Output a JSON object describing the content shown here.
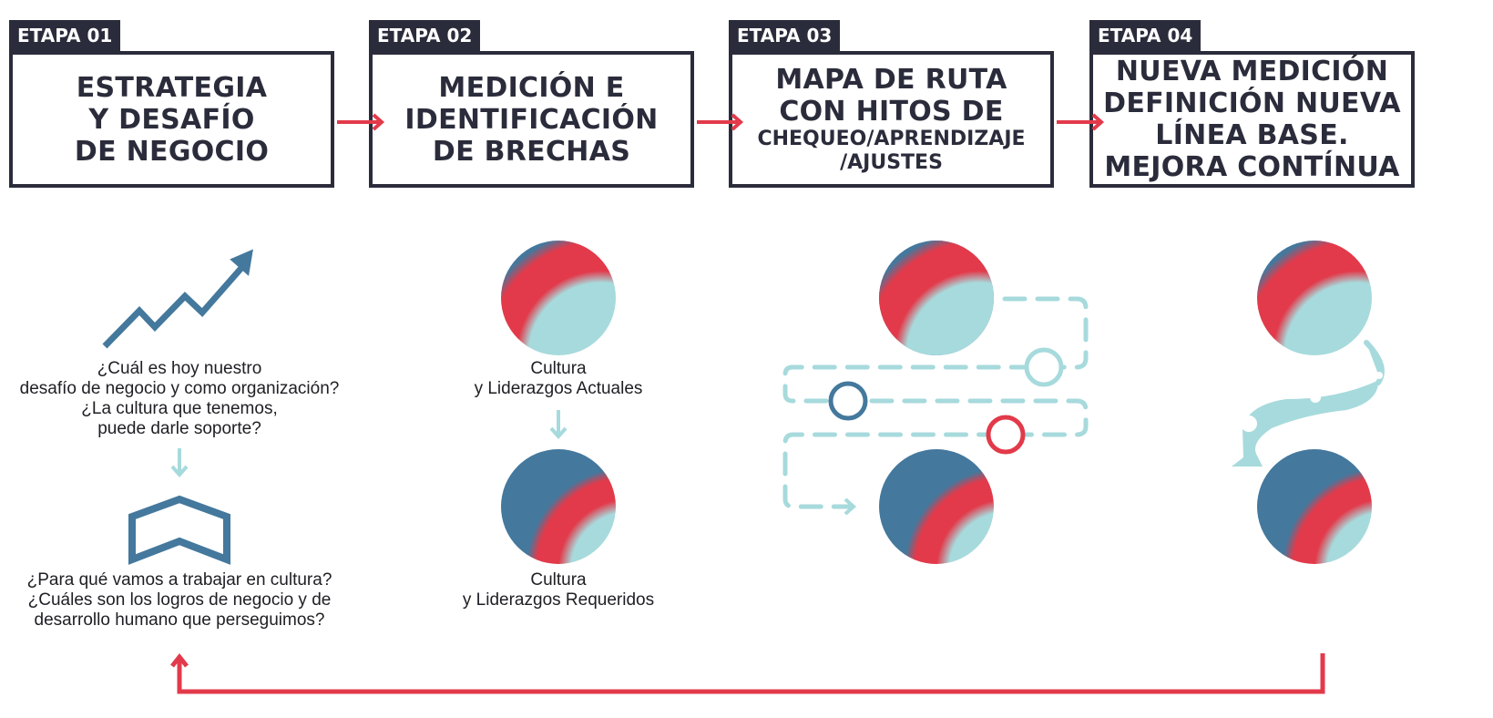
{
  "colors": {
    "dark": "#2b2c3b",
    "red": "#e23a4a",
    "blue": "#44789d",
    "teal": "#a7dadc"
  },
  "stages": [
    {
      "tag": "ETAPA 01",
      "title_lines": [
        "ESTRATEGIA",
        "Y DESAFÍO",
        "DE NEGOCIO"
      ]
    },
    {
      "tag": "ETAPA 02",
      "title_lines": [
        "MEDICIÓN E",
        "IDENTIFICACIÓN",
        "DE BRECHAS"
      ]
    },
    {
      "tag": "ETAPA 03",
      "title_lines": [
        "MAPA DE RUTA",
        "CON HITOS DE"
      ],
      "subtitle_lines": [
        "CHEQUEO/APRENDIZAJE",
        "/AJUSTES"
      ]
    },
    {
      "tag": "ETAPA 04",
      "title_lines": [
        "NUEVA MEDICIÓN",
        "DEFINICIÓN NUEVA",
        "LÍNEA BASE.",
        "MEJORA CONTÍNUA"
      ]
    }
  ],
  "stage1": {
    "question_1": [
      "¿Cuál es hoy nuestro",
      "desafío de negocio y como organización?",
      "¿La cultura que tenemos,",
      "puede darle soporte?"
    ],
    "question_2": [
      "¿Para qué vamos a trabajar en cultura?",
      "¿Cuáles son los logros de negocio y de",
      "desarrollo humano que perseguimos?"
    ],
    "icons": [
      "trend-up-arrow-icon",
      "chevron-up-icon"
    ]
  },
  "stage2": {
    "current_label": [
      "Cultura",
      "y Liderazgos Actuales"
    ],
    "required_label": [
      "Cultura",
      "y Liderazgos Requeridos"
    ]
  }
}
